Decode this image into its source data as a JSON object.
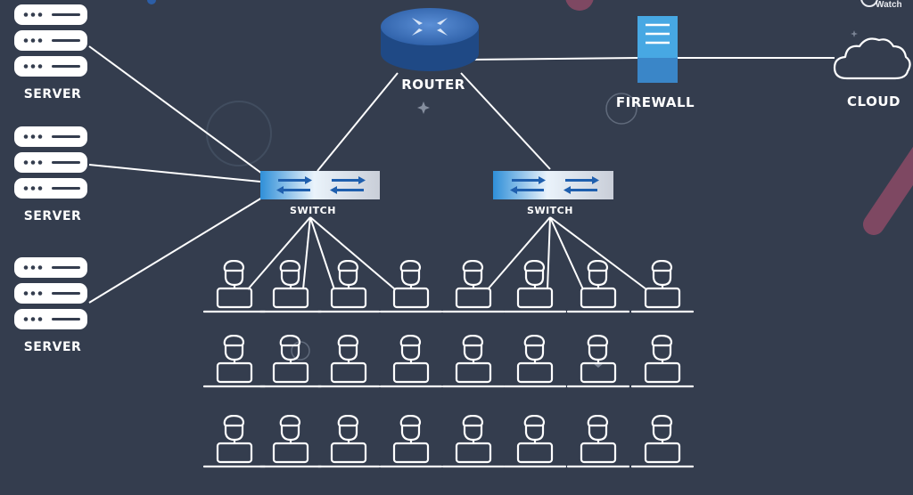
{
  "labels": {
    "server_1": "SERVER",
    "server_2": "SERVER",
    "server_3": "SERVER",
    "router": "ROUTER",
    "firewall": "FIREWALL",
    "cloud": "CLOUD",
    "switch_left": "SWITCH",
    "switch_right": "SWITCH"
  },
  "watermark": "Watch",
  "colors": {
    "background": "#343d4e",
    "line": "#ffffff",
    "router_blue": "#2c5ea6",
    "firewall_blue": "#47a8e3",
    "switch_blue": "#2f8fd8",
    "accent_pink": "#8c4a66"
  },
  "devices": {
    "servers": 3,
    "routers": 1,
    "firewalls": 1,
    "clouds": 1,
    "switches": 2,
    "user_grid": {
      "rows": 3,
      "columns": 8
    }
  }
}
